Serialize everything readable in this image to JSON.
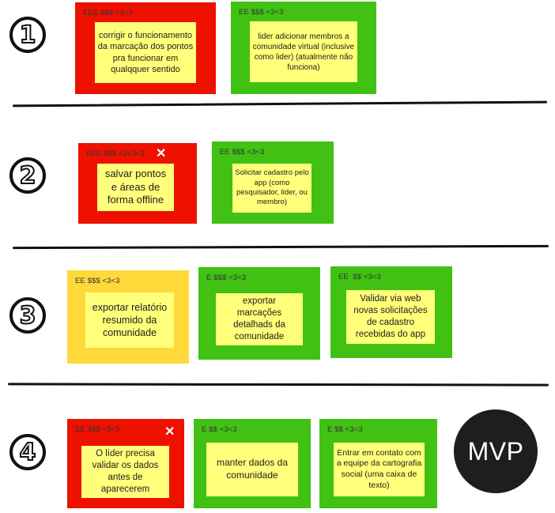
{
  "rows": [
    {
      "number": "1",
      "cards": [
        {
          "tag": "EEE $$$ <3<3",
          "text": "corrigir o funcionamento da marcação dos pontos pra funcionar em qualqquer sentido",
          "color": "red",
          "crossed": false
        },
        {
          "tag": "EE $$$ <3<3",
          "text": "lider adicionar membros a comunidade virtual (inclusive como lider) (atualmente não funciona)",
          "color": "green",
          "crossed": false
        }
      ]
    },
    {
      "number": "2",
      "cards": [
        {
          "tag": "EEE $$$ <3<3<3",
          "text": "salvar pontos e áreas de forma offline",
          "color": "red",
          "crossed": true
        },
        {
          "tag": "EE $$$ <3<3",
          "text": "Solicitar cadastro pelo app (como pesquisador, lider, ou membro)",
          "color": "green",
          "crossed": false
        }
      ]
    },
    {
      "number": "3",
      "cards": [
        {
          "tag": "EE $$$ <3<3",
          "text": "exportar relatório resumido da comunidade",
          "color": "yellow",
          "crossed": false
        },
        {
          "tag": "E $$$ <3<3",
          "text": "exportar marcações detalhads da comunidade",
          "color": "green",
          "crossed": false
        },
        {
          "tag": "EE  $$ <3<3",
          "text": "Validar via web novas solicitações de cadastro recebidas do app",
          "color": "green",
          "crossed": false
        }
      ]
    },
    {
      "number": "4",
      "cards": [
        {
          "tag": "EE $$$ <3<3",
          "text": "O líder precisa validar os dados antes de aparecerem",
          "color": "red",
          "crossed": true
        },
        {
          "tag": "E $$ <3<3",
          "text": "manter dados da comunidade",
          "color": "green",
          "crossed": false
        },
        {
          "tag": "E $$ <3<3",
          "text": "Entrar em contato com a equipe da cartografia social (uma caixa de texto)",
          "color": "green",
          "crossed": false
        }
      ]
    }
  ],
  "mvp_label": "MVP",
  "cross_glyph": "✕",
  "colors": {
    "red": "#ee1100",
    "green": "#40c114",
    "yellow": "#ffd93a",
    "note": "#ffff7a",
    "mvp": "#1e1e1e"
  }
}
